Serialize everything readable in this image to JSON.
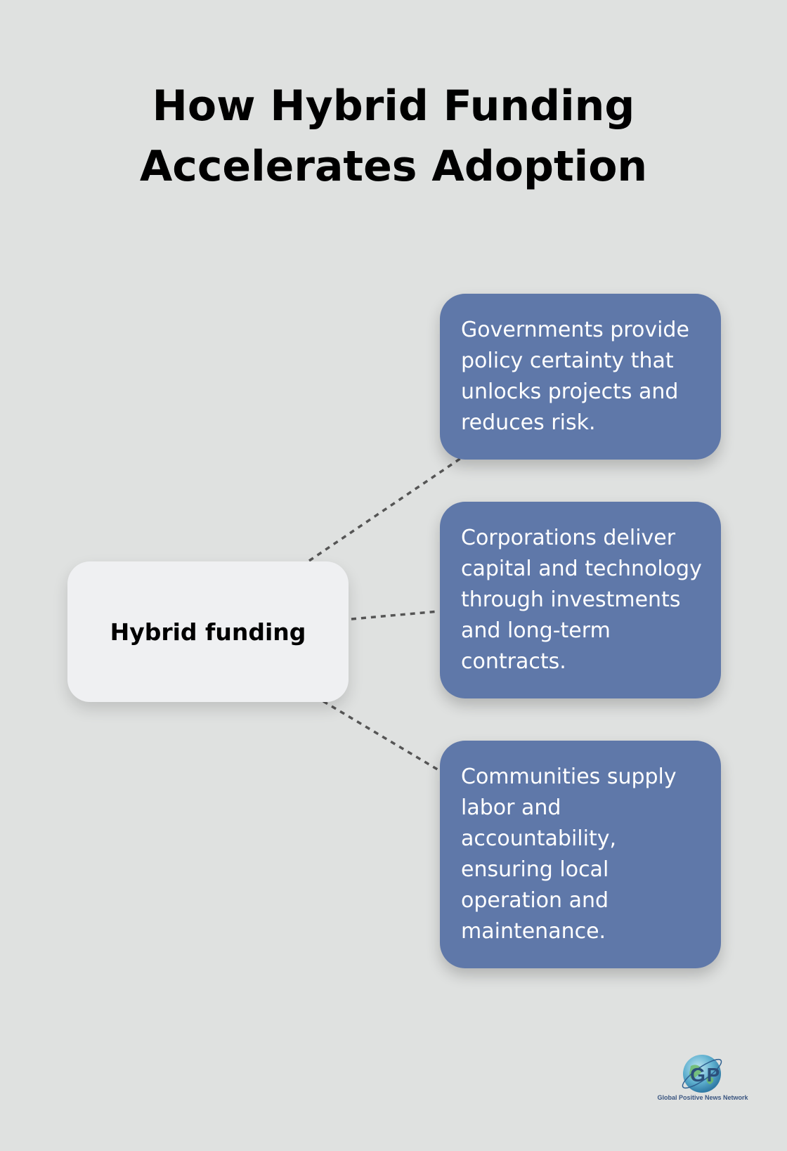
{
  "title": {
    "line1": "How Hybrid Funding",
    "line2": "Accelerates Adoption"
  },
  "center_node": {
    "label": "Hybrid funding"
  },
  "cards": [
    {
      "text": "Governments provide policy certainty that unlocks projects and reduces risk."
    },
    {
      "text": "Corporations deliver capital and technology through investments and long-term contracts."
    },
    {
      "text": "Communities supply labor and accountability, ensuring local operation and maintenance."
    }
  ],
  "logo": {
    "monogram": "G P",
    "caption": "Global Positive News Network"
  },
  "colors": {
    "background": "#dfe1e0",
    "card": "#5f78a9",
    "center_node": "#eff0f2",
    "connector": "#555555"
  }
}
